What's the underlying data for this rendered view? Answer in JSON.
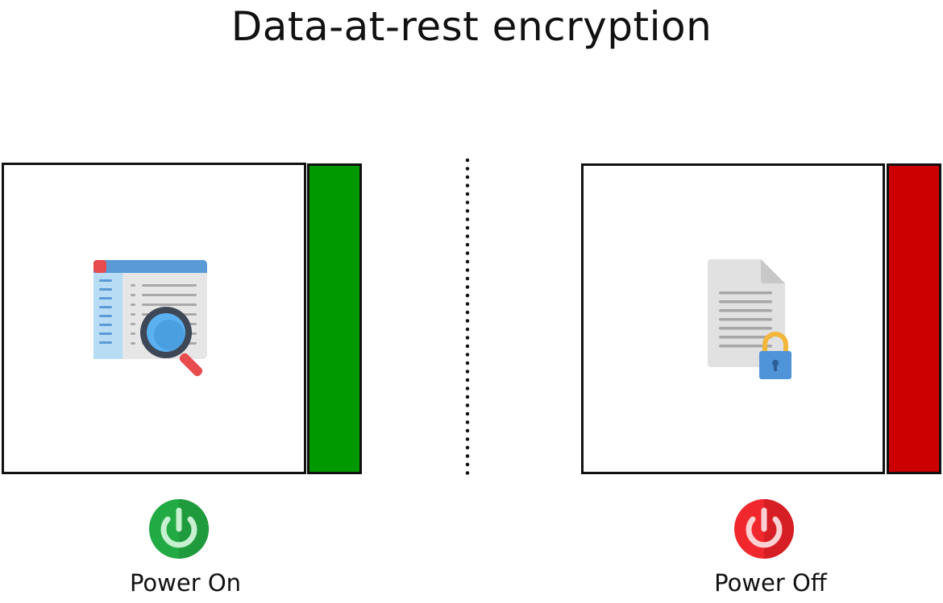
{
  "title": "Data-at-rest encryption",
  "left_panel": {
    "caption": "Power On",
    "bar_color": "#009900",
    "icon": "document-search-icon",
    "power_icon": "power-on-icon",
    "power_color": "#22aa44"
  },
  "right_panel": {
    "caption": "Power Off",
    "bar_color": "#cc0000",
    "icon": "locked-document-icon",
    "power_icon": "power-off-icon",
    "power_color": "#e8252b"
  },
  "divider": "dotted-divider"
}
